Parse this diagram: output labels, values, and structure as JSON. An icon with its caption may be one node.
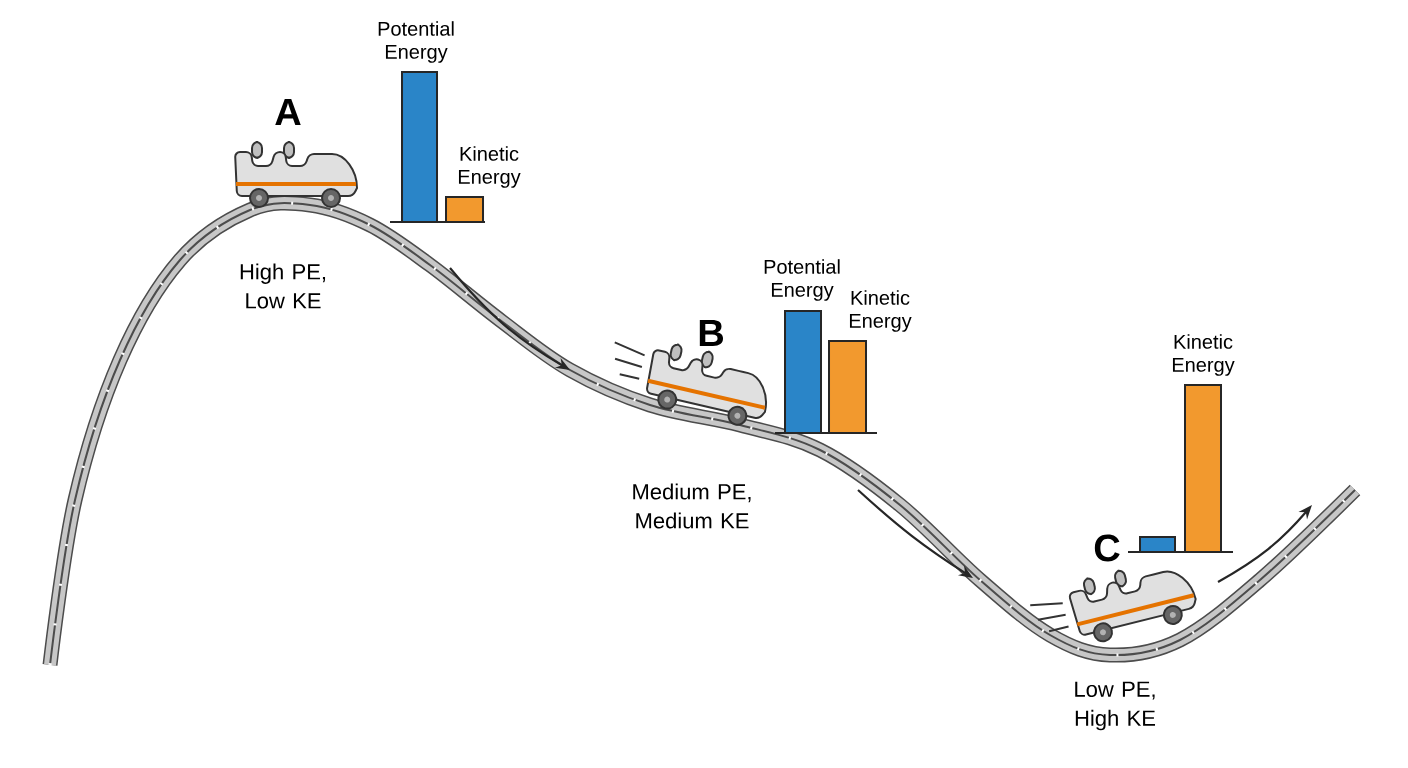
{
  "diagram": {
    "labels": [
      "A",
      "Potential Energy",
      "Kinetic Energy",
      "High PE, Low KE",
      "B",
      "Potential Energy",
      "Kinetic Energy",
      "Medium PE, Medium KE",
      "C",
      "Kinetic Energy",
      "Low PE, High KE"
    ]
  }
}
